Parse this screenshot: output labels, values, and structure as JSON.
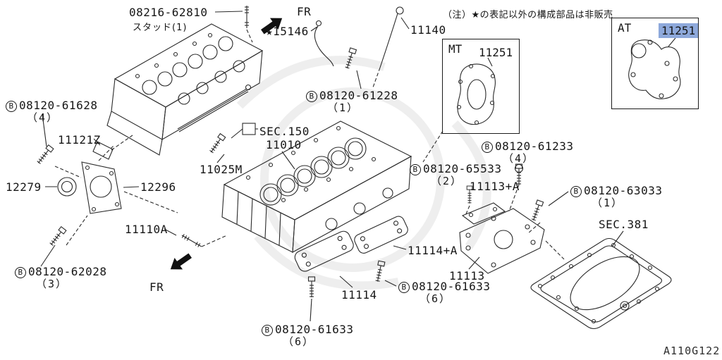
{
  "diagram": {
    "code": "A110G122",
    "note": "（注）★の表記以外の構成部品は非販売",
    "fr_top": "FR",
    "fr_bottom": "FR",
    "highlight_color": "#8ea9db"
  },
  "insets": {
    "mt": {
      "title": "MT",
      "part": "11251"
    },
    "at": {
      "title": "AT",
      "part": "11251"
    }
  },
  "parts": {
    "stud": {
      "number": "08216-62810",
      "note": "スタッド(1)"
    },
    "pipe15146": {
      "number": "★15146"
    },
    "gauge11140": {
      "number": "11140"
    },
    "b61628": {
      "prefix": "B",
      "number": "08120-61628",
      "qty": "（4）"
    },
    "p11121z": {
      "number": "11121Z"
    },
    "b61228": {
      "prefix": "B",
      "number": "08120-61228",
      "qty": "（1）"
    },
    "sec150": {
      "label": "SEC.150"
    },
    "block11010": {
      "number": "11010"
    },
    "p11025m": {
      "number": "11025M"
    },
    "seal12279": {
      "number": "12279"
    },
    "plate12296": {
      "number": "12296"
    },
    "b61233": {
      "prefix": "B",
      "number": "08120-61233",
      "qty": "（4）"
    },
    "b65533": {
      "prefix": "B",
      "number": "08120-65533",
      "qty": "（2）"
    },
    "p11113a": {
      "number": "11113+A"
    },
    "b63033": {
      "prefix": "B",
      "number": "08120-63033",
      "qty": "（1）"
    },
    "sec381": {
      "label": "SEC.381"
    },
    "p11110a": {
      "number": "11110A"
    },
    "p11114a": {
      "number": "11114+A"
    },
    "b62028": {
      "prefix": "B",
      "number": "08120-62028",
      "qty": "（3）"
    },
    "p11113": {
      "number": "11113"
    },
    "p11114": {
      "number": "11114"
    },
    "b61633_right": {
      "prefix": "B",
      "number": "08120-61633",
      "qty": "（6）"
    },
    "b61633_bottom": {
      "prefix": "B",
      "number": "08120-61633",
      "qty": "（6）"
    }
  }
}
